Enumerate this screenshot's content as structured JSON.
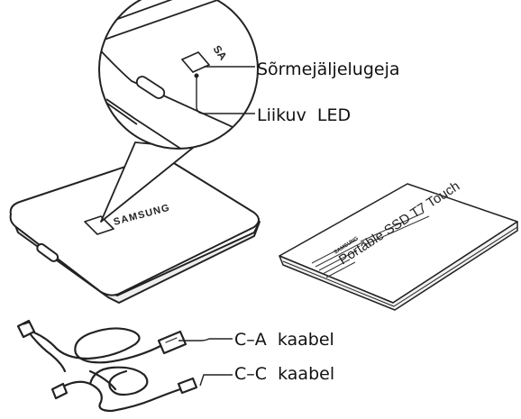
{
  "labels": {
    "fingerprint_reader": "Sõrmejäljelugeja",
    "status_led": "Liikuv  LED",
    "cable_ca": "C–A  kaabel",
    "cable_cc": "C–C  kaabel"
  },
  "device": {
    "brand": "SAMSUNG"
  },
  "manual": {
    "brand": "SAMSUNG",
    "title": "Portable SSD T7 Touch"
  },
  "colors": {
    "line": "#222222",
    "fill": "#ffffff",
    "shade": "#f2f2f2"
  }
}
